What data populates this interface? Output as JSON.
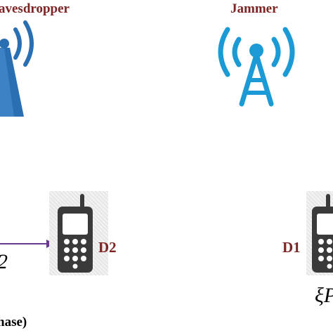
{
  "labels": {
    "eavesdropper": "avesdropper",
    "jammer": "Jammer",
    "d2": "D2",
    "d1": "D1",
    "link_symbol": "2",
    "xi_symbol": "ξP",
    "phase": "hase)"
  },
  "colors": {
    "label_red": "#7d2424",
    "tower_blue": "#1b9ad6",
    "eaves_blue": "#2b6fb3",
    "phone_dark": "#3a3a3a",
    "arrow_purple": "#6b3a8c"
  },
  "icons": {
    "eavesdropper": "antenna-tower-icon",
    "jammer": "antenna-tower-icon",
    "d2": "mobile-phone-icon",
    "d1": "mobile-phone-icon"
  }
}
